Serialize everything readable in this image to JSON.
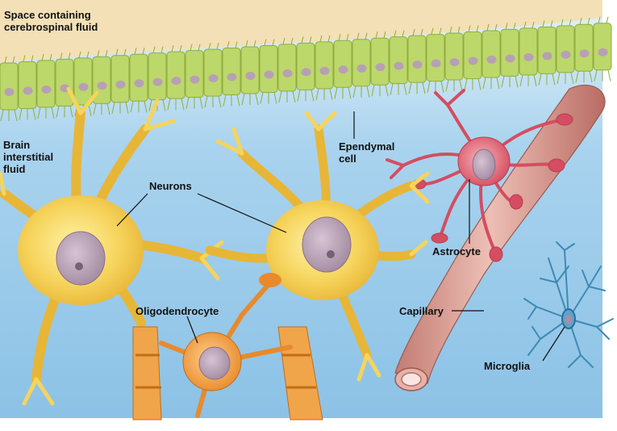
{
  "labels": {
    "csf_space": "Space containing\ncerebrospinal fluid",
    "interstitial": "Brain\ninterstitial\nfluid",
    "neurons": "Neurons",
    "ependymal": "Ependymal\ncell",
    "astrocyte": "Astrocyte",
    "oligodendrocyte": "Oligodendrocyte",
    "capillary": "Capillary",
    "microglia": "Microglia"
  },
  "colors": {
    "csf": "#f3e0b6",
    "interstitial": "#a9d3ee",
    "ependymal": "#bcd76a",
    "neuron": "#f6d45c",
    "nucleus": "#b7a0b4",
    "astrocyte": "#de5a6a",
    "oligodendrocyte": "#ef9a3a",
    "capillary": "#d7958a",
    "microglia": "#3f8ab5"
  }
}
